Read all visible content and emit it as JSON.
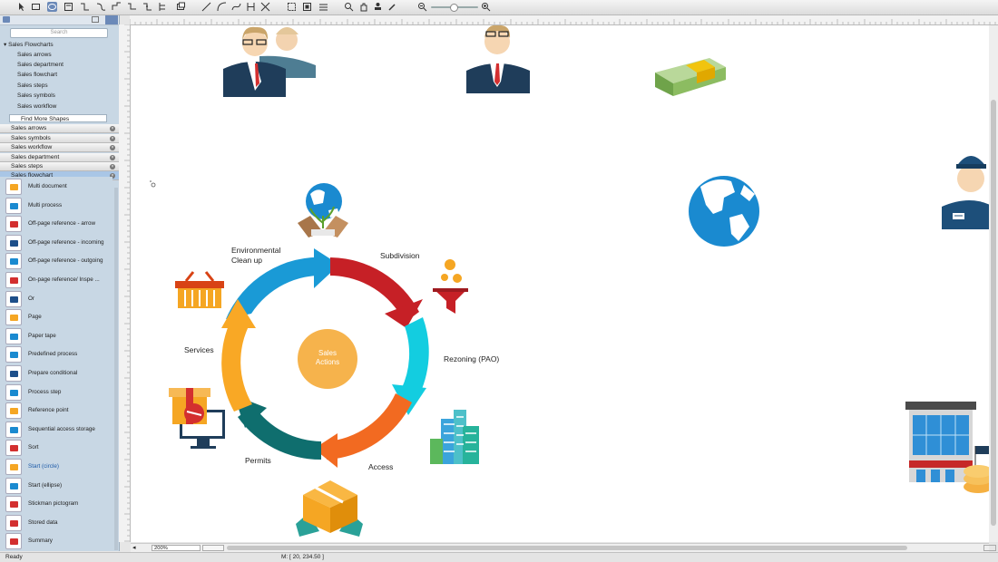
{
  "toolbar": {
    "tools": [
      "pointer-tool",
      "rectangle-tool",
      "ellipse-tool",
      "text-tool",
      "table-tool",
      "connector-tool",
      "smart-connector-tool",
      "arc-tool",
      "curve-tool",
      "bezier-tool",
      "chain-tool",
      "tree-tool",
      "insert-shape-tool",
      "line-tool",
      "arc-line-tool",
      "direct-connector-tool",
      "scale-tool",
      "center-tool",
      "tidy-tool",
      "zoom-in-tool",
      "pan-tool",
      "stamp-tool",
      "eyedropper-tool"
    ],
    "zoom_out_icon": "zoom-out-icon",
    "zoom_in_icon": "zoom-in-icon"
  },
  "sidebar": {
    "search_placeholder": "Search",
    "tree_title": "Sales Flowcharts",
    "tree_items": [
      "Sales arrows",
      "Sales department",
      "Sales flowchart",
      "Sales steps",
      "Sales symbols",
      "Sales workflow"
    ],
    "find_more": "Find More Shapes",
    "libraries": [
      {
        "label": "Sales arrows",
        "active": false
      },
      {
        "label": "Sales symbols",
        "active": false
      },
      {
        "label": "Sales workflow",
        "active": false
      },
      {
        "label": "Sales department",
        "active": false
      },
      {
        "label": "Sales steps",
        "active": false
      },
      {
        "label": "Sales flowchart",
        "active": true
      }
    ],
    "shapes": [
      {
        "label": "Multi document",
        "color": "#f5a623",
        "selected": false
      },
      {
        "label": "Multi process",
        "color": "#1a8ad0",
        "selected": false
      },
      {
        "label": "Off-page reference - arrow",
        "color": "#d32f2f",
        "selected": false
      },
      {
        "label": "Off-page reference - incoming",
        "color": "#1d4f8a",
        "selected": false
      },
      {
        "label": "Off-page reference - outgoing",
        "color": "#1a8ad0",
        "selected": false
      },
      {
        "label": "On-page reference/ Inspe ...",
        "color": "#d32f2f",
        "selected": false
      },
      {
        "label": "Or",
        "color": "#1d4f8a",
        "selected": false
      },
      {
        "label": "Page",
        "color": "#f5a623",
        "selected": false
      },
      {
        "label": "Paper tape",
        "color": "#1a8ad0",
        "selected": false
      },
      {
        "label": "Predefined process",
        "color": "#1a8ad0",
        "selected": false
      },
      {
        "label": "Prepare conditional",
        "color": "#1d4f8a",
        "selected": false
      },
      {
        "label": "Process step",
        "color": "#1a8ad0",
        "selected": false
      },
      {
        "label": "Reference point",
        "color": "#f5a623",
        "selected": false
      },
      {
        "label": "Sequential access storage",
        "color": "#1a8ad0",
        "selected": false
      },
      {
        "label": "Sort",
        "color": "#d32f2f",
        "selected": false
      },
      {
        "label": "Start (circle)",
        "color": "#f5a623",
        "selected": true
      },
      {
        "label": "Start (ellipse)",
        "color": "#1a8ad0",
        "selected": false
      },
      {
        "label": "Stickman pictogram",
        "color": "#d32f2f",
        "selected": false
      },
      {
        "label": "Stored data",
        "color": "#d32f2f",
        "selected": false
      },
      {
        "label": "Summary",
        "color": "#d32f2f",
        "selected": false
      }
    ]
  },
  "diagram": {
    "center_label": "Sales Actions",
    "labels": {
      "environmental": "Environmental Clean up",
      "subdivision": "Subdivision",
      "rezoning": "Rezoning (PAO)",
      "access": "Access",
      "permits": "Permits",
      "services": "Services"
    },
    "colors": {
      "arc_blue": "#1a9ad6",
      "arc_red": "#c62026",
      "arc_cyan": "#13cde0",
      "arc_orange": "#f26a21",
      "arc_teal": "#0f6e6e",
      "arc_yellow": "#f9a825",
      "center": "#f6b34c"
    }
  },
  "status": {
    "ready": "Ready",
    "mouse": "M: [ 20, 234.50 ]",
    "zoom": "200%"
  }
}
